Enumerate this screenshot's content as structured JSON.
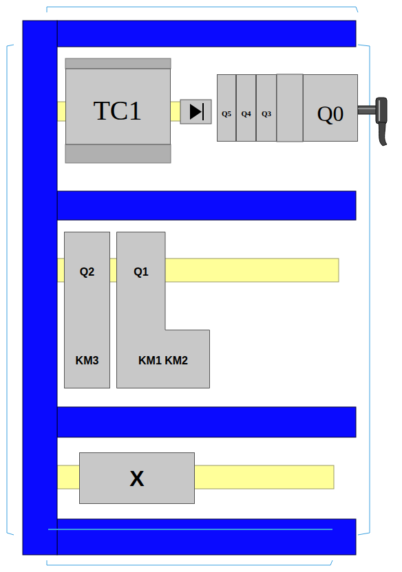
{
  "diagram": {
    "nodes": [
      {
        "text": [
          "TC1"
        ]
      },
      {
        "text": [
          "Q5"
        ]
      },
      {
        "text": [
          "Q4"
        ]
      },
      {
        "text": [
          "Q3"
        ]
      },
      {
        "text": [
          "Q0"
        ]
      },
      {
        "text": [
          "Q2",
          "KM3"
        ]
      },
      {
        "text": [
          "Q1",
          "KM1 KM2"
        ]
      },
      {
        "text": [
          "X"
        ]
      }
    ]
  }
}
